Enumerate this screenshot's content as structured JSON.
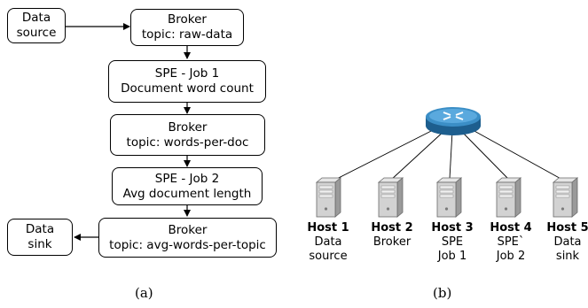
{
  "panel_a": {
    "caption": "(a)",
    "data_source": [
      "Data",
      "source"
    ],
    "broker_1": [
      "Broker",
      "topic: raw-data"
    ],
    "job_1": [
      "SPE - Job 1",
      "Document word count"
    ],
    "broker_2": [
      "Broker",
      "topic: words-per-doc"
    ],
    "job_2": [
      "SPE - Job 2",
      "Avg document length"
    ],
    "broker_3": [
      "Broker",
      "topic: avg-words-per-topic"
    ],
    "data_sink": [
      "Data",
      "sink"
    ]
  },
  "panel_b": {
    "caption": "(b)",
    "router_icon": "router-icon",
    "server_icon": "server-icon",
    "hosts": [
      {
        "name": "Host 1",
        "lines": [
          "Data",
          "source"
        ]
      },
      {
        "name": "Host 2",
        "lines": [
          "Broker"
        ]
      },
      {
        "name": "Host 3",
        "lines": [
          "SPE",
          "Job 1"
        ]
      },
      {
        "name": "Host 4",
        "lines": [
          "SPE`",
          "Job 2"
        ]
      },
      {
        "name": "Host 5",
        "lines": [
          "Data",
          "sink"
        ]
      }
    ]
  }
}
